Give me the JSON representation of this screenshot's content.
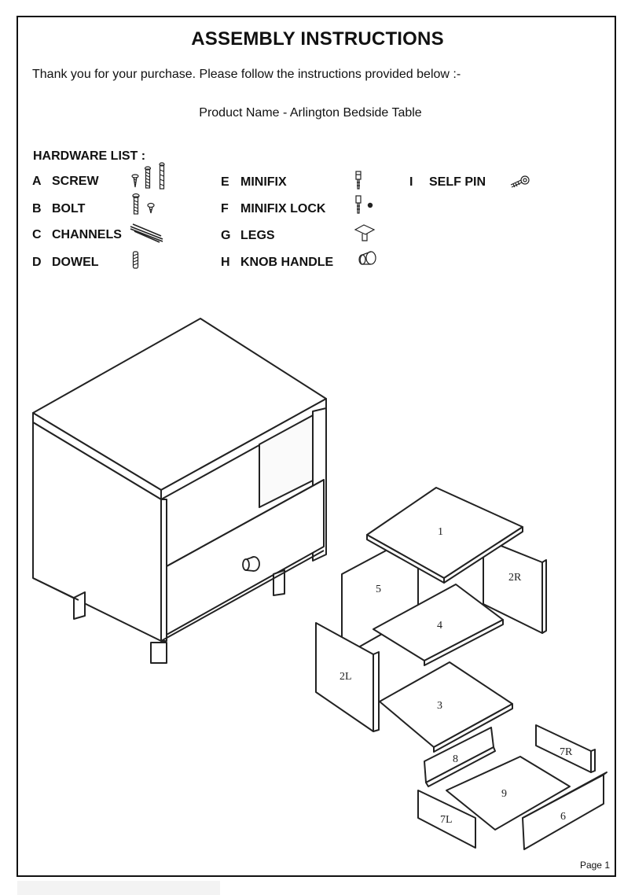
{
  "document": {
    "title": "ASSEMBLY INSTRUCTIONS",
    "intro": "Thank you for your purchase. Please  follow the instructions provided below :-",
    "product_line": "Product Name - Arlington Bedside Table",
    "page_label": "Page 1"
  },
  "hardware": {
    "title": "HARDWARE LIST :",
    "items": [
      {
        "letter": "A",
        "name": "SCREW",
        "icon": "screw-icon"
      },
      {
        "letter": "B",
        "name": "BOLT",
        "icon": "bolt-icon"
      },
      {
        "letter": "C",
        "name": "CHANNELS",
        "icon": "channels-icon"
      },
      {
        "letter": "D",
        "name": "DOWEL",
        "icon": "dowel-icon"
      },
      {
        "letter": "E",
        "name": "MINIFIX",
        "icon": "minifix-icon"
      },
      {
        "letter": "F",
        "name": "MINIFIX LOCK",
        "icon": "minifix-lock-icon"
      },
      {
        "letter": "G",
        "name": "LEGS",
        "icon": "legs-icon"
      },
      {
        "letter": "H",
        "name": "KNOB HANDLE",
        "icon": "knob-handle-icon"
      },
      {
        "letter": "I",
        "name": "SELF PIN",
        "icon": "self-pin-icon"
      }
    ]
  },
  "exploded_view": {
    "part_labels": [
      "1",
      "2R",
      "5",
      "4",
      "2L",
      "3",
      "8",
      "7R",
      "9",
      "7L",
      "6"
    ]
  }
}
